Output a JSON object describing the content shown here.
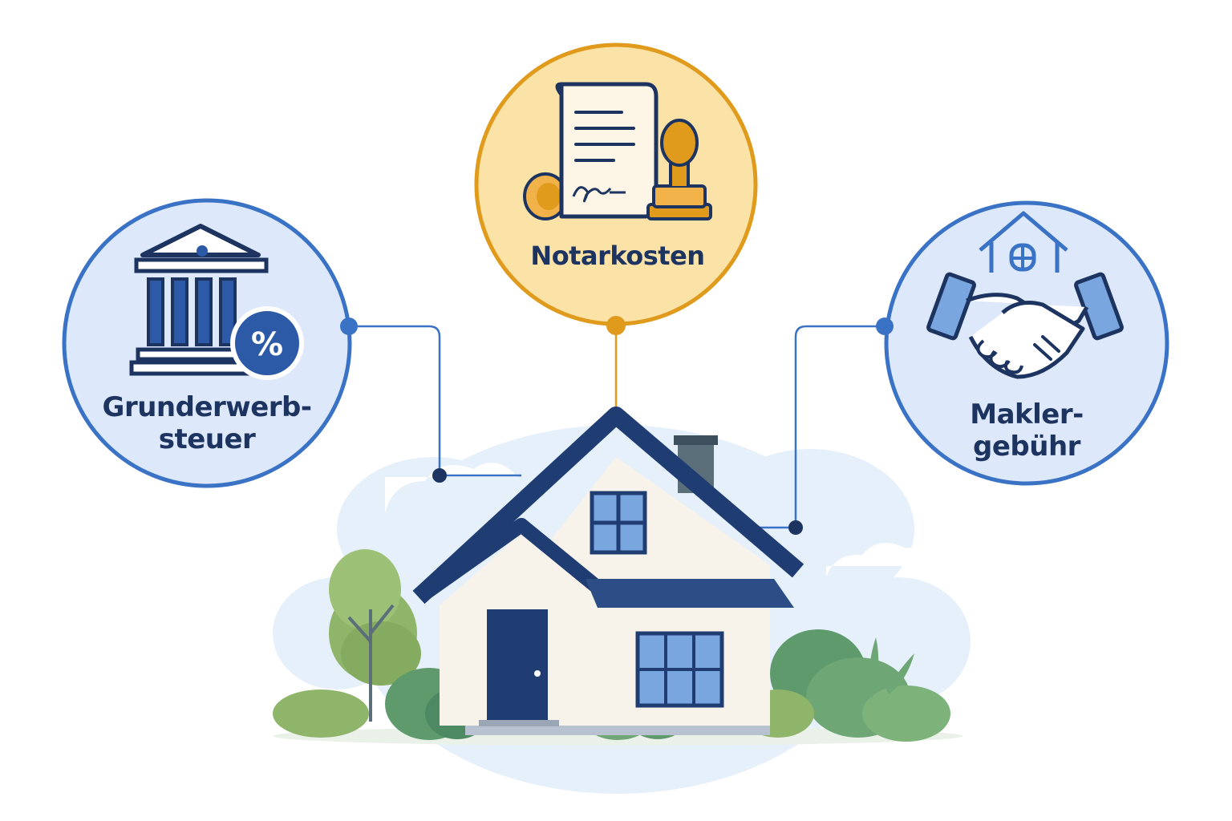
{
  "colors": {
    "blue_accent": "#3a73c6",
    "navy": "#1d3461",
    "light_blue_fill": "#dde9fb",
    "orange_accent": "#e09a1c",
    "light_orange_fill": "#fbe3a8",
    "house_wall": "#f7f2ea",
    "roof_navy": "#203d73",
    "tree_green": "#8fb56a",
    "bush_green": "#5f9a6d"
  },
  "nodes": {
    "grunderwerbsteuer": {
      "line1": "Grunderwerb-",
      "line2": "steuer",
      "icon": "bank-percent-icon"
    },
    "notarkosten": {
      "label": "Notarkosten",
      "icon": "document-stamp-icon"
    },
    "maklergebuehr": {
      "line1": "Makler-",
      "line2": "gebühr",
      "icon": "handshake-house-icon"
    }
  },
  "center": {
    "icon": "house-icon"
  }
}
